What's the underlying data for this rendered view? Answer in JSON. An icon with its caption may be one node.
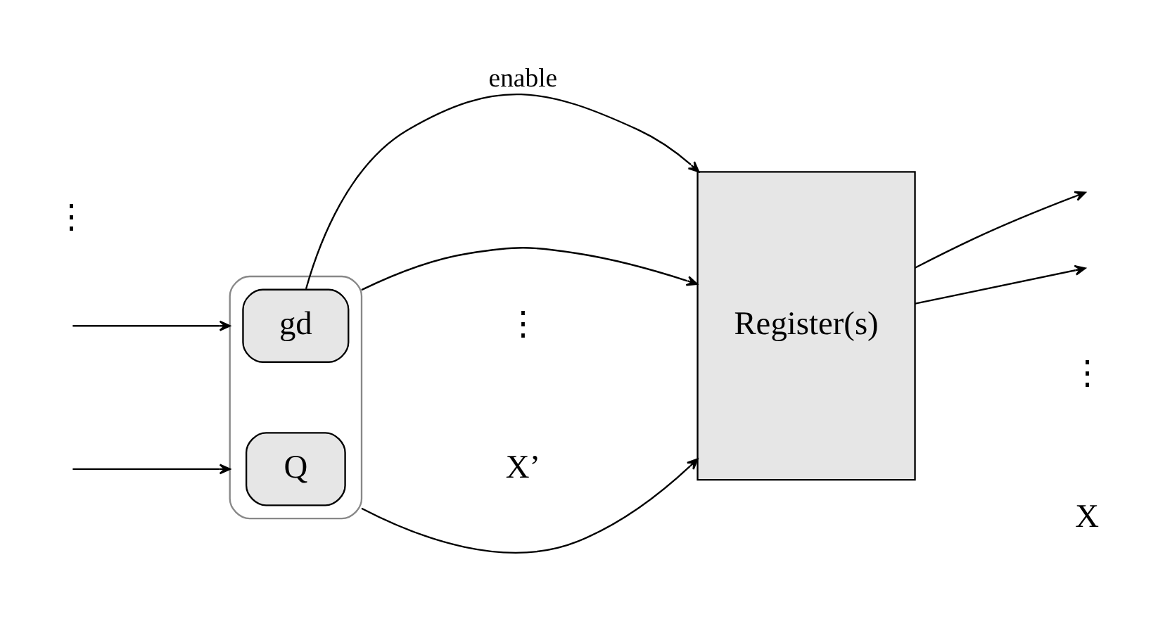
{
  "diagram": {
    "nodes": [
      {
        "text": [],
        "shape": "box"
      },
      {
        "text": [
          "gd"
        ],
        "in": 0
      },
      {
        "text": [
          "Q"
        ],
        "in": 0
      },
      {
        "text": [
          "Register(s)"
        ]
      }
    ],
    "edges": [
      {
        "from": null,
        "to": 0,
        "arrow": "to"
      },
      {
        "from": null,
        "to": 0,
        "arrow": "to"
      },
      {
        "from": 1,
        "to": 3,
        "label": "enable",
        "arrow": "to"
      },
      {
        "from": 0,
        "to": 3,
        "arrow": "to"
      },
      {
        "from": 0,
        "to": 3,
        "arrow": "to"
      },
      {
        "from": 3,
        "to": null,
        "arrow": "to"
      },
      {
        "from": 3,
        "to": null,
        "arrow": "to"
      }
    ],
    "labels": [
      "⋮",
      "⋮",
      "X’",
      "⋮",
      "X"
    ]
  }
}
